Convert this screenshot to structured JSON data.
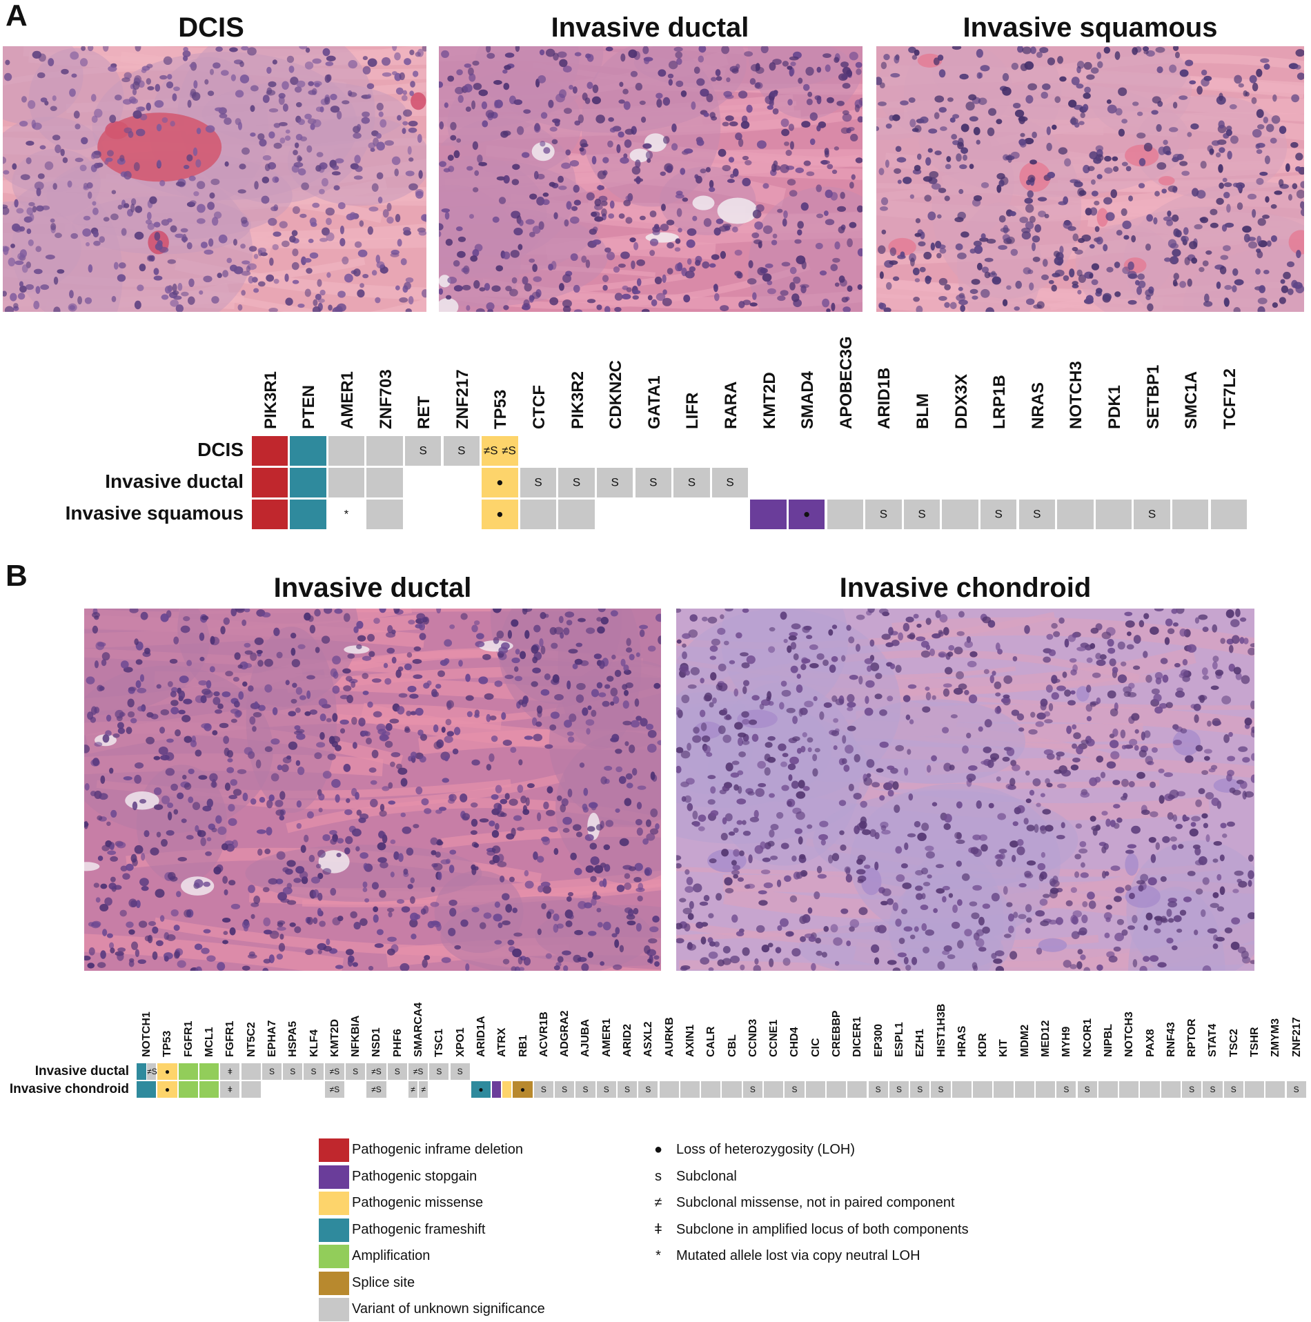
{
  "panel_a": {
    "letter": "A",
    "images": [
      {
        "title": "DCIS",
        "kind": "dcis"
      },
      {
        "title": "Invasive ductal",
        "kind": "ductal"
      },
      {
        "title": "Invasive squamous",
        "kind": "squamous"
      }
    ],
    "genes": [
      "PIK3R1",
      "PTEN",
      "AMER1",
      "ZNF703",
      "RET",
      "ZNF217",
      "TP53",
      "CTCF",
      "PIK3R2",
      "CDKN2C",
      "GATA1",
      "LIFR",
      "RARA",
      "KMT2D",
      "SMAD4",
      "APOBEC3G",
      "ARID1B",
      "BLM",
      "DDX3X",
      "LRP1B",
      "NRAS",
      "NOTCH3",
      "PDK1",
      "SETBP1",
      "SMC1A",
      "TCF7L2"
    ],
    "rows": [
      {
        "label": "DCIS",
        "cells": [
          {
            "g": 0,
            "t": "inframe"
          },
          {
            "g": 1,
            "t": "frameshift"
          },
          {
            "g": 2,
            "t": "vus"
          },
          {
            "g": 3,
            "t": "vus"
          },
          {
            "g": 4,
            "t": "vus",
            "s": "S"
          },
          {
            "g": 5,
            "t": "vus",
            "s": "S"
          },
          {
            "g": 6,
            "t": "missense",
            "sl": "≠S",
            "sr": "≠S"
          }
        ]
      },
      {
        "label": "Invasive ductal",
        "cells": [
          {
            "g": 0,
            "t": "inframe"
          },
          {
            "g": 1,
            "t": "frameshift"
          },
          {
            "g": 2,
            "t": "vus"
          },
          {
            "g": 3,
            "t": "vus"
          },
          {
            "g": 6,
            "t": "missense",
            "s": "●"
          },
          {
            "g": 7,
            "t": "vus",
            "s": "S"
          },
          {
            "g": 8,
            "t": "vus",
            "s": "S"
          },
          {
            "g": 9,
            "t": "vus",
            "s": "S"
          },
          {
            "g": 10,
            "t": "vus",
            "s": "S"
          },
          {
            "g": 11,
            "t": "vus",
            "s": "S"
          },
          {
            "g": 12,
            "t": "vus",
            "s": "S"
          }
        ]
      },
      {
        "label": "Invasive squamous",
        "cells": [
          {
            "g": 0,
            "t": "inframe"
          },
          {
            "g": 1,
            "t": "frameshift"
          },
          {
            "g": 2,
            "t": "none",
            "s": "*"
          },
          {
            "g": 3,
            "t": "vus"
          },
          {
            "g": 6,
            "t": "missense",
            "s": "●"
          },
          {
            "g": 7,
            "t": "vus"
          },
          {
            "g": 8,
            "t": "vus"
          },
          {
            "g": 13,
            "t": "stopgain"
          },
          {
            "g": 14,
            "t": "stopgain",
            "s": "●"
          },
          {
            "g": 15,
            "t": "vus"
          },
          {
            "g": 16,
            "t": "vus",
            "s": "S"
          },
          {
            "g": 17,
            "t": "vus",
            "s": "S"
          },
          {
            "g": 18,
            "t": "vus"
          },
          {
            "g": 19,
            "t": "vus",
            "s": "S"
          },
          {
            "g": 20,
            "t": "vus",
            "s": "S"
          },
          {
            "g": 21,
            "t": "vus"
          },
          {
            "g": 22,
            "t": "vus"
          },
          {
            "g": 23,
            "t": "vus",
            "s": "S"
          },
          {
            "g": 24,
            "t": "vus"
          },
          {
            "g": 25,
            "t": "vus"
          }
        ]
      }
    ]
  },
  "panel_b": {
    "letter": "B",
    "images": [
      {
        "title": "Invasive ductal",
        "kind": "ductal2"
      },
      {
        "title": "Invasive chondroid",
        "kind": "chondroid"
      }
    ],
    "genes": [
      "NOTCH1",
      "TP53",
      "FGFR1",
      "MCL1",
      "FGFR1",
      "NT5C2",
      "EPHA7",
      "HSPA5",
      "KLF4",
      "KMT2D",
      "NFKBIA",
      "NSD1",
      "PHF6",
      "SMARCA4",
      "TSC1",
      "XPO1",
      "ARID1A",
      "ATRX",
      "RB1",
      "ACVR1B",
      "ADGRA2",
      "AJUBA",
      "AMER1",
      "ARID2",
      "ASXL2",
      "AURKB",
      "AXIN1",
      "CALR",
      "CBL",
      "CCND3",
      "CCNE1",
      "CHD4",
      "CIC",
      "CREBBP",
      "DICER1",
      "EP300",
      "ESPL1",
      "EZH1",
      "HIST1H3B",
      "HRAS",
      "KDR",
      "KIT",
      "MDM2",
      "MED12",
      "MYH9",
      "NCOR1",
      "NIPBL",
      "NOTCH3",
      "PAX8",
      "RNF43",
      "RPTOR",
      "STAT4",
      "TSC2",
      "TSHR",
      "ZMYM3",
      "ZNF217"
    ],
    "rows": [
      {
        "label": "Invasive ductal",
        "cells": [
          {
            "g": 0,
            "t": "frameshift",
            "split": "right",
            "splitType": "vus"
          },
          {
            "g": 0.5,
            "t": "vus",
            "s": "≠S",
            "half": true
          },
          {
            "g": 1,
            "t": "missense",
            "s": "●"
          },
          {
            "g": 2,
            "t": "amp"
          },
          {
            "g": 3,
            "t": "amp"
          },
          {
            "g": 4,
            "t": "vus",
            "s": "ǂ"
          },
          {
            "g": 5,
            "t": "vus"
          },
          {
            "g": 6,
            "t": "vus",
            "s": "S"
          },
          {
            "g": 7,
            "t": "vus",
            "s": "S"
          },
          {
            "g": 8,
            "t": "vus",
            "s": "S"
          },
          {
            "g": 9,
            "t": "vus",
            "s": "≠S"
          },
          {
            "g": 10,
            "t": "vus",
            "s": "S"
          },
          {
            "g": 11,
            "t": "vus",
            "s": "≠S"
          },
          {
            "g": 12,
            "t": "vus",
            "s": "S"
          },
          {
            "g": 13,
            "t": "vus",
            "s": "≠S"
          },
          {
            "g": 14,
            "t": "vus",
            "s": "S"
          },
          {
            "g": 15,
            "t": "vus",
            "s": "S"
          }
        ]
      },
      {
        "label": "Invasive chondroid",
        "cells": [
          {
            "g": 0,
            "t": "frameshift"
          },
          {
            "g": 1,
            "t": "missense",
            "s": "●"
          },
          {
            "g": 2,
            "t": "amp"
          },
          {
            "g": 3,
            "t": "amp"
          },
          {
            "g": 4,
            "t": "vus",
            "s": "ǂ"
          },
          {
            "g": 5,
            "t": "vus"
          },
          {
            "g": 9,
            "t": "vus",
            "s": "≠S"
          },
          {
            "g": 11,
            "t": "vus",
            "s": "≠S"
          },
          {
            "g": 13,
            "t": "vus",
            "s": "≠",
            "halfL": true
          },
          {
            "g": 13.5,
            "t": "vus",
            "s": "≠",
            "halfR": true
          },
          {
            "g": 16,
            "t": "frameshift",
            "s": "●"
          },
          {
            "g": 17,
            "t": "stopgain",
            "w": 0.5
          },
          {
            "g": 17.5,
            "t": "missense",
            "w": 0.5
          },
          {
            "g": 18,
            "t": "splice",
            "s": "●"
          },
          {
            "g": 19,
            "t": "vus",
            "s": "S"
          },
          {
            "g": 20,
            "t": "vus",
            "s": "S"
          },
          {
            "g": 21,
            "t": "vus",
            "s": "S"
          },
          {
            "g": 22,
            "t": "vus",
            "s": "S"
          },
          {
            "g": 23,
            "t": "vus",
            "s": "S"
          },
          {
            "g": 24,
            "t": "vus",
            "s": "S"
          },
          {
            "g": 25,
            "t": "vus"
          },
          {
            "g": 26,
            "t": "vus"
          },
          {
            "g": 27,
            "t": "vus"
          },
          {
            "g": 28,
            "t": "vus"
          },
          {
            "g": 29,
            "t": "vus",
            "s": "S"
          },
          {
            "g": 30,
            "t": "vus"
          },
          {
            "g": 31,
            "t": "vus",
            "s": "S"
          },
          {
            "g": 32,
            "t": "vus"
          },
          {
            "g": 33,
            "t": "vus"
          },
          {
            "g": 34,
            "t": "vus"
          },
          {
            "g": 35,
            "t": "vus",
            "s": "S"
          },
          {
            "g": 36,
            "t": "vus",
            "s": "S"
          },
          {
            "g": 37,
            "t": "vus",
            "s": "S"
          },
          {
            "g": 38,
            "t": "vus",
            "s": "S"
          },
          {
            "g": 39,
            "t": "vus"
          },
          {
            "g": 40,
            "t": "vus"
          },
          {
            "g": 41,
            "t": "vus"
          },
          {
            "g": 42,
            "t": "vus"
          },
          {
            "g": 43,
            "t": "vus"
          },
          {
            "g": 44,
            "t": "vus",
            "s": "S"
          },
          {
            "g": 45,
            "t": "vus",
            "s": "S"
          },
          {
            "g": 46,
            "t": "vus"
          },
          {
            "g": 47,
            "t": "vus"
          },
          {
            "g": 48,
            "t": "vus"
          },
          {
            "g": 49,
            "t": "vus"
          },
          {
            "g": 50,
            "t": "vus",
            "s": "S"
          },
          {
            "g": 51,
            "t": "vus",
            "s": "S"
          },
          {
            "g": 52,
            "t": "vus",
            "s": "S"
          },
          {
            "g": 53,
            "t": "vus"
          },
          {
            "g": 54,
            "t": "vus"
          },
          {
            "g": 55,
            "t": "vus",
            "s": "S"
          }
        ]
      }
    ]
  },
  "legend": {
    "colors": [
      {
        "label": "Pathogenic inframe deletion",
        "color": "#c0272d"
      },
      {
        "label": "Pathogenic stopgain",
        "color": "#6a3d9a"
      },
      {
        "label": "Pathogenic missense",
        "color": "#fdd46b"
      },
      {
        "label": "Pathogenic frameshift",
        "color": "#2f8a9d"
      },
      {
        "label": "Amplification",
        "color": "#92cd5a"
      },
      {
        "label": "Splice site",
        "color": "#b8892e"
      },
      {
        "label": "Variant of unknown significance",
        "color": "#c8c8c8"
      }
    ],
    "symbols": [
      {
        "sym": "●",
        "label": "Loss of heterozygosity (LOH)"
      },
      {
        "sym": "s",
        "label": "Subclonal"
      },
      {
        "sym": "≠",
        "label": "Subclonal missense, not in paired component"
      },
      {
        "sym": "ǂ",
        "label": "Subclone in amplified locus of both components"
      },
      {
        "sym": "*",
        "label": "Mutated allele lost via copy neutral LOH"
      }
    ]
  }
}
